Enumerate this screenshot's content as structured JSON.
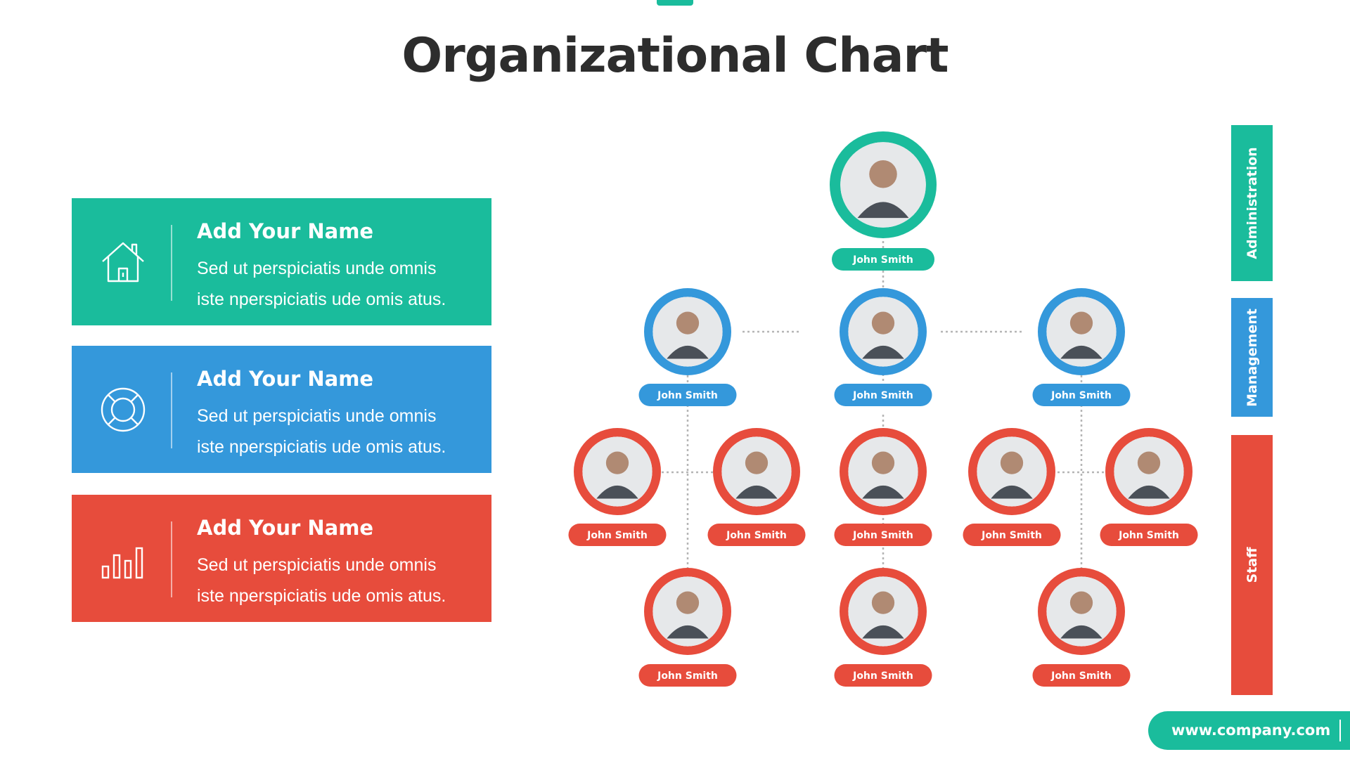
{
  "title": "Organizational Chart",
  "colors": {
    "teal": "#1ABC9C",
    "blue": "#3498DB",
    "red": "#E74C3C",
    "text": "#2d2d2d"
  },
  "cards": [
    {
      "icon": "house-icon",
      "name": "Add Your Name",
      "line1": "Sed ut perspiciatis unde omnis",
      "line2": "iste nperspiciatis ude omis atus."
    },
    {
      "icon": "lifebuoy-icon",
      "name": "Add Your Name",
      "line1": "Sed ut perspiciatis unde omnis",
      "line2": "iste nperspiciatis ude omis atus."
    },
    {
      "icon": "bar-chart-icon",
      "name": "Add Your Name",
      "line1": "Sed ut perspiciatis unde omnis",
      "line2": "iste nperspiciatis ude omis atus."
    }
  ],
  "org": {
    "head": {
      "name": "John Smith"
    },
    "managers": [
      {
        "name": "John Smith"
      },
      {
        "name": "John Smith"
      },
      {
        "name": "John Smith"
      }
    ],
    "staff": [
      {
        "name": "John Smith"
      },
      {
        "name": "John Smith"
      },
      {
        "name": "John Smith"
      },
      {
        "name": "John Smith"
      },
      {
        "name": "John Smith"
      },
      {
        "name": "John Smith"
      },
      {
        "name": "John Smith"
      },
      {
        "name": "John Smith"
      }
    ]
  },
  "levels": [
    "Administration",
    "Management",
    "Staff"
  ],
  "url": "www.company.com"
}
